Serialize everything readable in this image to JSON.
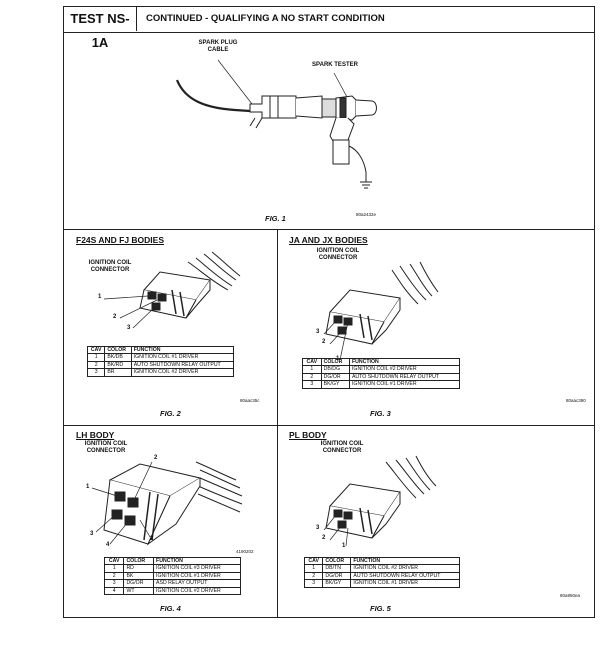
{
  "header": {
    "test_id": "TEST NS-1A",
    "title": "CONTINUED - QUALIFYING A NO START CONDITION"
  },
  "fig1": {
    "spark_plug_cable": "SPARK PLUG\nCABLE",
    "spark_tester": "SPARK TESTER",
    "caption": "FIG. 1",
    "code": "80a2432e"
  },
  "fig2": {
    "title": "F24S AND FJ BODIES",
    "connector_label": "IGNITION COIL\nCONNECTOR",
    "pins": [
      "1",
      "2",
      "3"
    ],
    "table": {
      "headers": [
        "CAV",
        "COLOR",
        "FUNCTION"
      ],
      "rows": [
        [
          "1",
          "BK/DB",
          "IGNITION COIL #1 DRIVER"
        ],
        [
          "2",
          "BK/RD",
          "AUTO SHUTDOWN RELAY OUTPUT"
        ],
        [
          "3",
          "BR",
          "IGNITION COIL #2 DRIVER"
        ]
      ]
    },
    "caption": "FIG. 2",
    "code": "80aac35c"
  },
  "fig3": {
    "title": "JA AND JX BODIES",
    "connector_label": "IGNITION COIL\nCONNECTOR",
    "pins": [
      "1",
      "2",
      "3"
    ],
    "table": {
      "headers": [
        "CAV",
        "COLOR",
        "FUNCTION"
      ],
      "rows": [
        [
          "1",
          "DB/DG",
          "IGNITION COIL #2 DRIVER"
        ],
        [
          "2",
          "DG/OR",
          "AUTO SHUTDOWN RELAY OUTPUT"
        ],
        [
          "3",
          "BK/GY",
          "IGNITION COIL #1 DRIVER"
        ]
      ]
    },
    "caption": "FIG. 3",
    "code": "80aac390"
  },
  "fig4": {
    "title": "LH BODY",
    "connector_label": "IGNITION COIL\nCONNECTOR",
    "pins": [
      "1",
      "2",
      "3",
      "4"
    ],
    "table": {
      "headers": [
        "CAV",
        "COLOR",
        "FUNCTION"
      ],
      "rows": [
        [
          "1",
          "RD",
          "IGNITION COIL #3 DRIVER"
        ],
        [
          "2",
          "BK",
          "IGNITION COIL #1 DRIVER"
        ],
        [
          "3",
          "DG/OR",
          "ASD RELAY OUTPUT"
        ],
        [
          "4",
          "WT",
          "IGNITION COIL #2 DRIVER"
        ]
      ]
    },
    "caption": "FIG. 4",
    "code": "4190202"
  },
  "fig5": {
    "title": "PL BODY",
    "connector_label": "IGNITION COIL\nCONNECTOR",
    "pins": [
      "1",
      "2",
      "3"
    ],
    "table": {
      "headers": [
        "CAV",
        "COLOR",
        "FUNCTION"
      ],
      "rows": [
        [
          "1",
          "DB/TN",
          "IGNITION COIL #2 DRIVER"
        ],
        [
          "2",
          "DG/OR",
          "AUTO SHUTDOWN RELAY OUTPUT"
        ],
        [
          "3",
          "BK/GY",
          "IGNITION COIL #1 DRIVER"
        ]
      ]
    },
    "caption": "FIG. 5",
    "code": "80a950ea"
  }
}
